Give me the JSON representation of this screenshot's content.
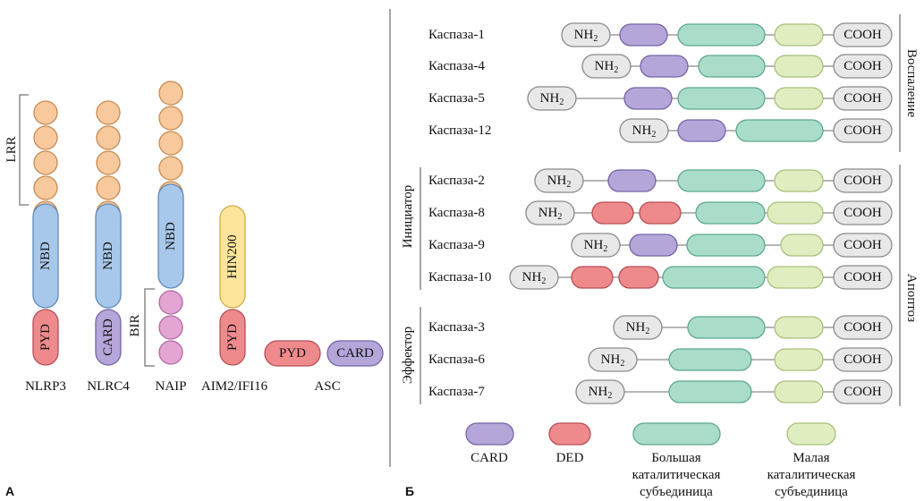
{
  "panels": {
    "a": "А",
    "b": "Б"
  },
  "panel_a": {
    "proteins": [
      {
        "name": "NLRP3",
        "n_lrr": 5,
        "n_bir": 0,
        "mid": "NBD",
        "bottom": "PYD"
      },
      {
        "name": "NLRC4",
        "n_lrr": 5,
        "n_bir": 0,
        "mid": "NBD",
        "bottom": "CARD"
      },
      {
        "name": "NAIP",
        "n_lrr": 5,
        "n_bir": 3,
        "mid": "NBD",
        "bottom": ""
      },
      {
        "name": "AIM2/IFI16",
        "n_lrr": 0,
        "n_bir": 0,
        "mid": "HIN200",
        "bottom": "PYD"
      },
      {
        "name": "ASC",
        "n_lrr": 0,
        "n_bir": 0,
        "mid": "",
        "bottom": ""
      }
    ],
    "asc_domains": [
      "PYD",
      "CARD"
    ],
    "brackets": {
      "lrr": "LRR",
      "bir": "BIR"
    }
  },
  "panel_b": {
    "termini": {
      "n": "NH",
      "n_sub": "2",
      "c": "COOH"
    },
    "groups": {
      "inflammation": "Воспаление",
      "apoptosis": "Апоптоз",
      "initiator": "Инициатор",
      "effector": "Эффектор"
    },
    "caspases": [
      {
        "name": "Каспаза-1",
        "pro": [
          "CARD"
        ]
      },
      {
        "name": "Каспаза-4",
        "pro": [
          "CARD"
        ]
      },
      {
        "name": "Каспаза-5",
        "pro": [
          "CARD"
        ]
      },
      {
        "name": "Каспаза-12",
        "pro": [
          "CARD"
        ]
      },
      {
        "name": "Каспаза-2",
        "pro": [
          "CARD"
        ]
      },
      {
        "name": "Каспаза-8",
        "pro": [
          "DED",
          "DED"
        ]
      },
      {
        "name": "Каспаза-9",
        "pro": [
          "CARD"
        ]
      },
      {
        "name": "Каспаза-10",
        "pro": [
          "DED",
          "DED"
        ]
      },
      {
        "name": "Каспаза-3",
        "pro": []
      },
      {
        "name": "Каспаза-6",
        "pro": []
      },
      {
        "name": "Каспаза-7",
        "pro": []
      }
    ],
    "legend": [
      {
        "key": "CARD",
        "lines": [
          "CARD"
        ]
      },
      {
        "key": "DED",
        "lines": [
          "DED"
        ]
      },
      {
        "key": "large",
        "lines": [
          "Большая",
          "каталитическая",
          "субъединица"
        ]
      },
      {
        "key": "small",
        "lines": [
          "Малая",
          "каталитическая",
          "субъединица"
        ]
      }
    ]
  },
  "colors": {
    "lrr": "#f8c99c",
    "nbd": "#a7c8ea",
    "pyd": "#ef8a8c",
    "card": "#b4a6d8",
    "bir": "#e3a6d4",
    "hin200": "#fde59c",
    "ded": "#ef8a8c",
    "large": "#a9dcc9",
    "small": "#e0edc0",
    "terminus": "#e8e8e8"
  }
}
